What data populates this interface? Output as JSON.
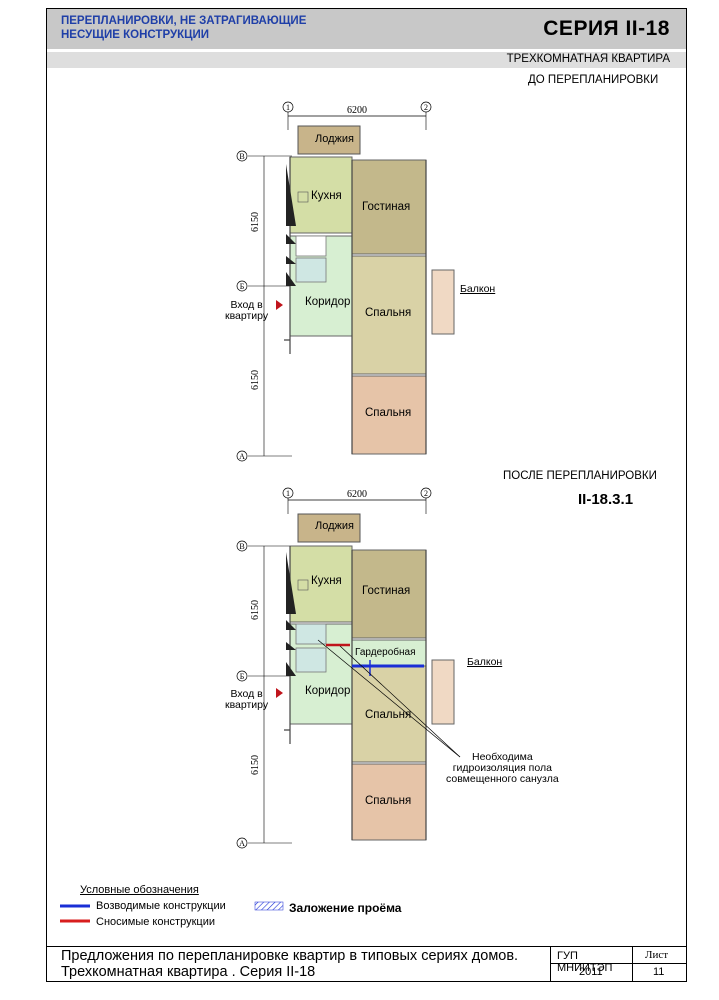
{
  "header": {
    "title_line1": "ПЕРЕПЛАНИРОВКИ, НЕ ЗАТРАГИВАЮЩИЕ",
    "title_line2": "НЕСУЩИЕ КОНСТРУКЦИИ",
    "series": "СЕРИЯ  II-18"
  },
  "subheader": "ТРЕХКОМНАТНАЯ КВАРТИРА",
  "plan_before": {
    "label": "ДО ПЕРЕПЛАНИРОВКИ",
    "dim_top": "6200",
    "dim_left_upper": "6150",
    "dim_left_lower": "6150",
    "axis_1": "1",
    "axis_2": "2",
    "axis_v": "В",
    "axis_b": "Б",
    "axis_a": "А",
    "rooms": {
      "loggia": "Лоджия",
      "kitchen": "Кухня",
      "living": "Гостиная",
      "corridor": "Коридор",
      "bedroom1": "Спальня",
      "bedroom2": "Спальня",
      "balcony": "Балкон"
    },
    "entrance": "Вход в\nквартиру"
  },
  "plan_after": {
    "label": "ПОСЛЕ ПЕРЕПЛАНИРОВКИ",
    "code": "II-18.3.1",
    "dim_top": "6200",
    "dim_left_upper": "6150",
    "dim_left_lower": "6150",
    "axis_1": "1",
    "axis_2": "2",
    "axis_v": "В",
    "axis_b": "Б",
    "axis_a": "А",
    "rooms": {
      "loggia": "Лоджия",
      "kitchen": "Кухня",
      "living": "Гостиная",
      "wardrobe": "Гардеробная",
      "corridor": "Коридор",
      "bedroom1": "Спальня",
      "bedroom2": "Спальня",
      "balcony": "Балкон"
    },
    "entrance": "Вход в\nквартиру",
    "note": "Необходима\nгидроизоляция пола\nсовмещенного санузла"
  },
  "legend": {
    "title": "Условные   обозначения",
    "erected": "Возводимые конструкции",
    "demolished": "Сносимые    конструкции",
    "opening": "Заложение проёма",
    "colors": {
      "erected": "#1a2fd6",
      "demolished": "#d81e1e"
    }
  },
  "footer": {
    "line1": "Предложения по перепланировке квартир в типовых сериях домов.",
    "line2": "Трехкомнатная квартира . Серия  II-18",
    "org": "ГУП МНИИТЭП",
    "year": "2011",
    "sheet_label": "Лист",
    "sheet_no": "11"
  },
  "colors": {
    "header_text": "#1f3fa8",
    "kitchen": "#d4dea6",
    "living": "#c3b88b",
    "bedroom": "#d9d2a6",
    "bedroom2": "#e6c4a8",
    "corridor": "#d7efd2",
    "loggia": "#c8b48a",
    "balcony": "#f0d9c4",
    "bath": "#cfe7e3"
  }
}
